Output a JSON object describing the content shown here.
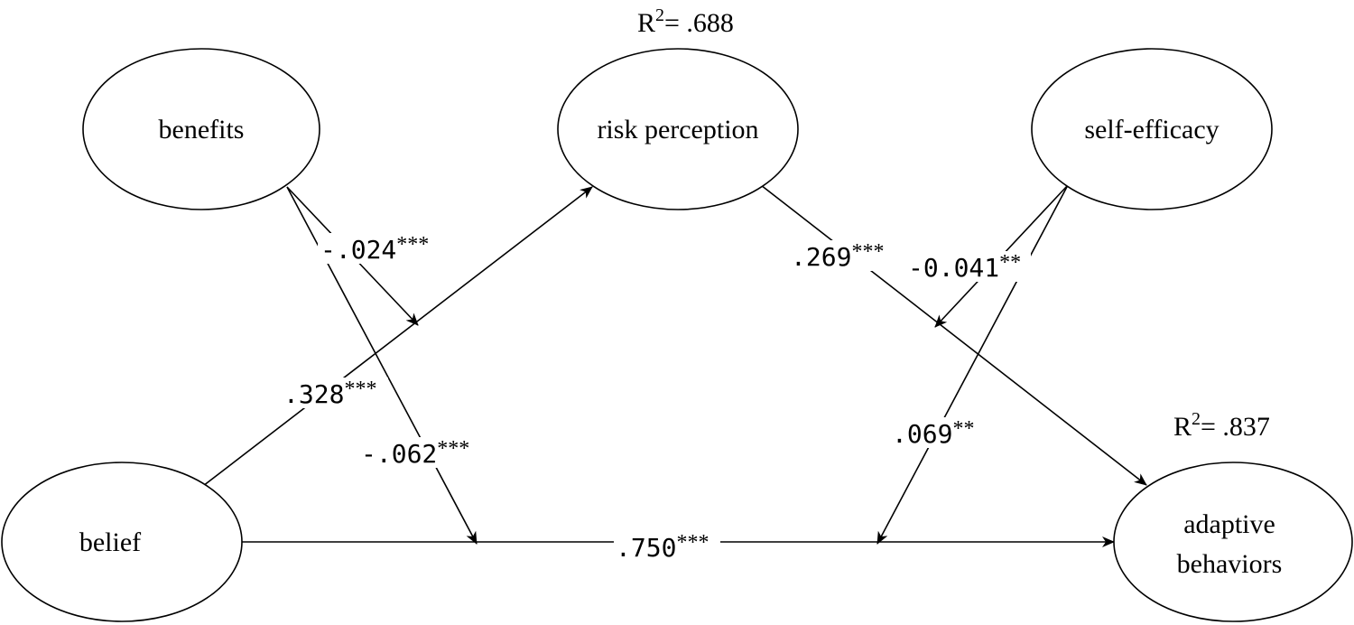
{
  "nodes": {
    "benefits": {
      "label": "benefits"
    },
    "risk_perception": {
      "label": "risk perception"
    },
    "self_efficacy": {
      "label": "self-efficacy"
    },
    "belief": {
      "label": "belief"
    },
    "adaptive_behaviors": {
      "line1": "adaptive",
      "line2": "behaviors"
    }
  },
  "r2": {
    "risk_perception": {
      "prefix": "R",
      "sup": "2",
      "value": "= .688"
    },
    "adaptive_behaviors": {
      "prefix": "R",
      "sup": "2",
      "value": "= .837"
    }
  },
  "paths": {
    "benefits_moderation_rp": {
      "coef": "-.024",
      "sig": "***"
    },
    "belief_to_rp": {
      "coef": ".328",
      "sig": "***"
    },
    "benefits_moderation_ab": {
      "coef": "-.062",
      "sig": "***"
    },
    "rp_to_ab": {
      "coef": ".269",
      "sig": "***"
    },
    "se_moderation_rp": {
      "coef": "-0.041",
      "sig": "**"
    },
    "se_moderation_ab": {
      "coef": ".069",
      "sig": "**"
    },
    "belief_to_ab": {
      "coef": ".750",
      "sig": "***"
    }
  }
}
